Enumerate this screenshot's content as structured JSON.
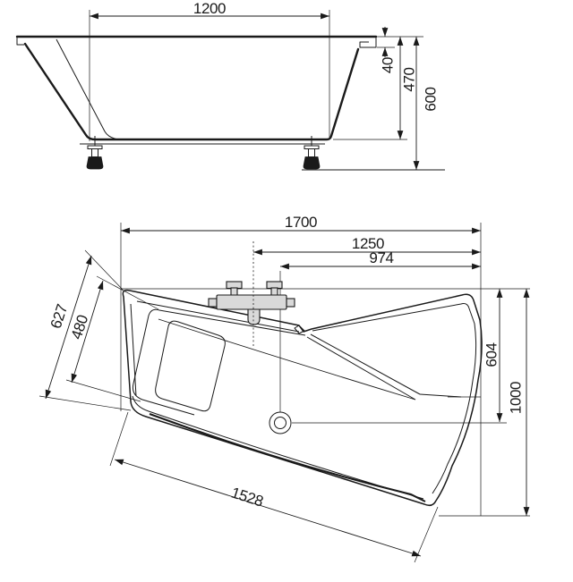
{
  "meta": {
    "title": "Bathtub technical drawing: side elevation and plan view, dimensions in mm"
  },
  "colors": {
    "line": "#1a1a1a",
    "fixture_fill": "#d9d9d9",
    "background": "#ffffff"
  },
  "side_view": {
    "description": "side elevation of bathtub on two adjustable feet",
    "dimensions": {
      "bottom_span": "1200",
      "rim_lip_drop": "40",
      "rim_to_bottom_depth": "470",
      "overall_height": "600"
    }
  },
  "plan_view": {
    "description": "asymmetric corner bathtub plan with faucet and drain",
    "dimensions": {
      "overall_length": "1700",
      "faucet_center_to_right": "1250",
      "drain_center_to_right": "974",
      "left_end_outer_width": "627",
      "left_end_inner_width": "480",
      "right_edge_to_drain": "604",
      "overall_width": "1000",
      "front_edge_length": "1528"
    }
  }
}
